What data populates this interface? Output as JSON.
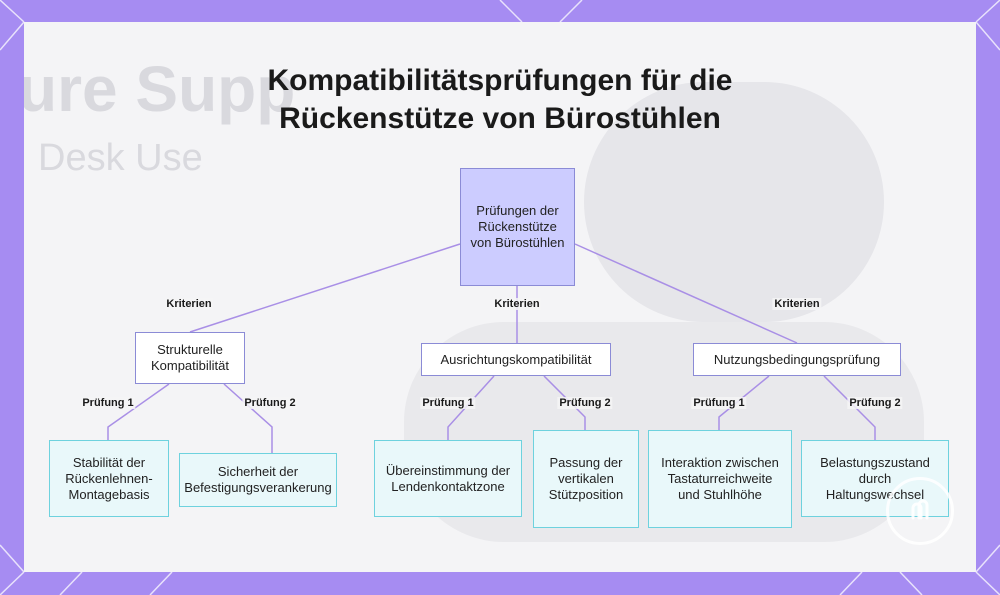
{
  "title": {
    "line1": "Kompatibilitätsprüfungen für die",
    "line2": "Rückenstütze von Bürostühlen"
  },
  "background_text": {
    "line1": "ure Supp",
    "line2": "Desk Use"
  },
  "colors": {
    "frame": "#a68cf2",
    "card": "#f4f4f6",
    "root_fill": "#ccccff",
    "node_border": "#8b8bd6",
    "leaf_fill": "#e9f8fa",
    "leaf_border": "#6ed2de",
    "edge": "#a98fe6"
  },
  "diagram": {
    "root": {
      "label": "Prüfungen der Rückenstütze von Bürostühlen"
    },
    "criteria": [
      {
        "label": "Strukturelle Kompatibilität",
        "edge_label": "Kriterien",
        "checks": [
          {
            "label": "Stabilität der Rückenlehnen-Montagebasis",
            "edge_label": "Prüfung 1"
          },
          {
            "label": "Sicherheit der Befestigungsverankerung",
            "edge_label": "Prüfung 2"
          }
        ]
      },
      {
        "label": "Ausrichtungskompatibilität",
        "edge_label": "Kriterien",
        "checks": [
          {
            "label": "Übereinstimmung der Lendenkontaktzone",
            "edge_label": "Prüfung 1"
          },
          {
            "label": "Passung der vertikalen Stützposition",
            "edge_label": "Prüfung 2"
          }
        ]
      },
      {
        "label": "Nutzungsbedingungsprüfung",
        "edge_label": "Kriterien",
        "checks": [
          {
            "label": "Interaktion zwischen Tastaturreichweite und Stuhlhöhe",
            "edge_label": "Prüfung 1"
          },
          {
            "label": "Belastungszustand durch Haltungswechsel",
            "edge_label": "Prüfung 2"
          }
        ]
      }
    ]
  },
  "logo": {
    "icon": "brand-logo-icon"
  }
}
